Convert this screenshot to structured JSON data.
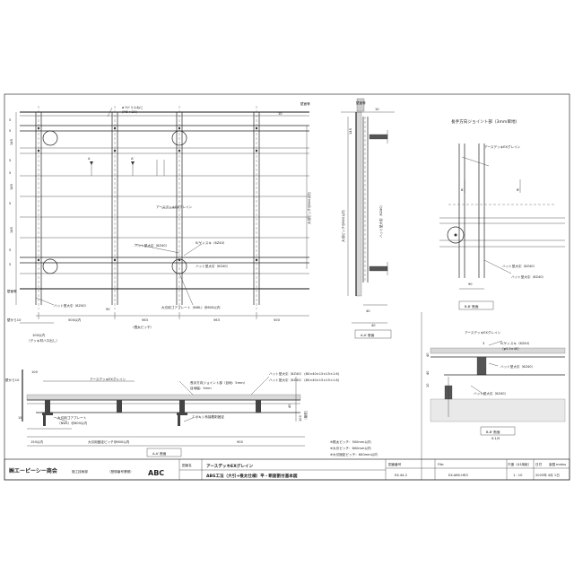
{
  "plan": {
    "drill_note": "ø 5ドリルねじ",
    "drill_note2": "(M5 ×20)",
    "wall_top": "壁面等",
    "wall_bottom": "壁面等",
    "deck_label": "アースデッキEXグレイン",
    "joist_spec": "ハット型大引（6Z40）",
    "cap_label": "E(ゲィスキ（6Z40）",
    "fixing_label": "ハット型大引（6Z40）",
    "plate_label": "大引用ゴアプレート（NWL）@600以内",
    "joist_bottom": "ハット型大引（6Z40）",
    "pitch_label": "大引ピッチ@600以内",
    "edge_dim": "壁から10",
    "edge_note": "100以内",
    "edge_note2": "（デッキ材ハネ出し）",
    "dims": [
      "500以内",
      "90",
      "563",
      "563",
      "500"
    ],
    "pitch_caption": "（根太ピッチ）",
    "left_dims": [
      "5",
      "5",
      "145",
      "5",
      "5",
      "145",
      "5",
      "145",
      "5",
      "5"
    ],
    "section_marks": [
      "A",
      "A'",
      "B",
      "B'"
    ],
    "top_dim": "10"
  },
  "side_view": {
    "caption": "A-A' 断面",
    "dim_top": "10",
    "dim_v1": "145",
    "dim_v2": "大引ピッチ@600以内",
    "note": "ハット型大引（6Z40）",
    "bottom_dims": [
      "40",
      "40"
    ],
    "wall": "壁面等"
  },
  "elevation": {
    "caption": "A-A' 断面",
    "deck": "アースデッキEXグレイン",
    "joint": "長手方向ジョイント部（目地：5mm）",
    "joint2": "目地幅：5mm",
    "spec1": "ハット型大引（6Z40）  (60×40×15×15×1.6)",
    "spec2": "ハット型大引（6Z40）  (60×40×15×15×1.6)",
    "plate": "大引用ゴアプレート",
    "plate2": "（NWL）@600以内",
    "adjuster": "エポキシ系接着剤固定",
    "dims_left": [
      "100",
      "15",
      "150以内"
    ],
    "dim_pitch": "大引用固定ピッチ@600以内",
    "dim_right": "900",
    "dim_900": "900",
    "wall": "壁から10",
    "h_vals": [
      "40",
      "100",
      "（最低）"
    ],
    "h2": "（最大）"
  },
  "notes": {
    "n1": "※根太ピッチ：500mm以内",
    "n2": "※大引ピッチ：600mm以内",
    "n3": "※大引固定ピッチ：600mm以内"
  },
  "detail": {
    "title": "長手方向ジョイント部（3mm目地）",
    "deck": "アースデッキEXグレイン",
    "joist": "ハット型大引（6Z40）",
    "joist2": "ハット型大引（6Z40）",
    "marks": [
      "B",
      "B'"
    ],
    "dim": "90",
    "caption": "B-B' 断面"
  },
  "small_section": {
    "deck": "アースデッキEXグレイン",
    "screw": "E(ゲィスキ（6Z40）",
    "screw2": "（φ5.5×40）",
    "hat": "ハット型大引（6Z40）",
    "hat2": "ハット型大引（6Z40）",
    "dims": [
      "40",
      "40",
      "10"
    ],
    "top": "3",
    "caption": "B-B' 断面",
    "scale": "S:1/5"
  },
  "title_block": {
    "company": "㈱エーピーシー商会",
    "dept": "施工技術部",
    "reg": "（登録番号第號）",
    "logo": "ABC",
    "drawing_name_label": "図面名",
    "drawing_name_1": "アースデッキEXグレイン",
    "drawing_name_2": "ABS工法（大引+根太仕様）平・断面割付基本図",
    "drawing_no_label": "図面番号",
    "drawing_no": "EX-44-2",
    "file_label": "File:",
    "file": "EX-ABS-HEG",
    "scale_label": "尺度（A3用紙）",
    "scale": "1 : 10",
    "date_label": "日付",
    "date": "2025年 4月 1日",
    "author_label": "製図",
    "author": "matsu"
  }
}
